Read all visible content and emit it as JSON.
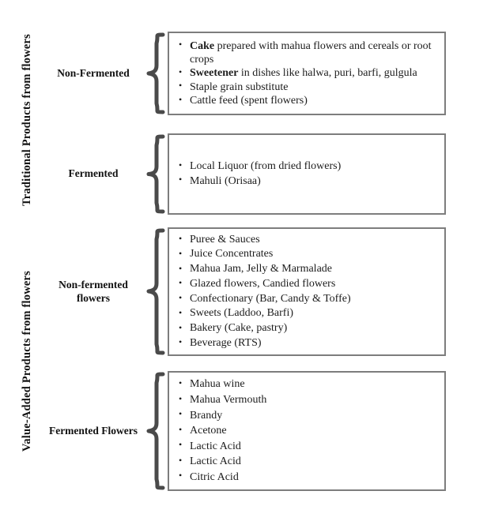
{
  "figure": {
    "spines": [
      {
        "id": "traditional",
        "label": "Traditional Products from flowers"
      },
      {
        "id": "value-added",
        "label": "Value-Added Products from flowers"
      }
    ],
    "rows": [
      {
        "id": "non-fermented-traditional",
        "category_label": "Non-Fermented",
        "items": [
          {
            "lead": "Cake",
            "rest": " prepared with mahua flowers and cereals or root crops"
          },
          {
            "lead": "Sweetener",
            "rest": " in dishes like halwa, puri, barfi, gulgula"
          },
          {
            "lead": "",
            "rest": "Staple grain substitute"
          },
          {
            "lead": "",
            "rest": "Cattle feed (spent flowers)"
          }
        ]
      },
      {
        "id": "fermented-traditional",
        "category_label": "Fermented",
        "items": [
          {
            "lead": "",
            "rest": "Local Liquor (from dried flowers)"
          },
          {
            "lead": "",
            "rest": "Mahuli (Orisaa)"
          }
        ]
      },
      {
        "id": "non-fermented-flowers",
        "category_label": "Non-fermented flowers",
        "items": [
          {
            "lead": "",
            "rest": "Puree & Sauces"
          },
          {
            "lead": "",
            "rest": "Juice Concentrates"
          },
          {
            "lead": "",
            "rest": "Mahua Jam, Jelly & Marmalade"
          },
          {
            "lead": "",
            "rest": "Glazed flowers, Candied flowers"
          },
          {
            "lead": "",
            "rest": "Confectionary (Bar, Candy & Toffe)"
          },
          {
            "lead": "",
            "rest": "Sweets (Laddoo, Barfi)"
          },
          {
            "lead": "",
            "rest": "Bakery (Cake, pastry)"
          },
          {
            "lead": "",
            "rest": "Beverage (RTS)"
          }
        ]
      },
      {
        "id": "fermented-flowers",
        "category_label": "Fermented Flowers",
        "items": [
          {
            "lead": "",
            "rest": "Mahua wine"
          },
          {
            "lead": "",
            "rest": "Mahua Vermouth"
          },
          {
            "lead": "",
            "rest": "Brandy"
          },
          {
            "lead": "",
            "rest": "Acetone"
          },
          {
            "lead": "",
            "rest": "Lactic Acid"
          },
          {
            "lead": "",
            "rest": "Lactic Acid"
          },
          {
            "lead": "",
            "rest": "Citric Acid"
          }
        ]
      }
    ],
    "colors": {
      "box_border": "#7d7d7d",
      "brace": "#4a4a4a",
      "text": "#1c1c1c",
      "background": "#ffffff"
    }
  }
}
